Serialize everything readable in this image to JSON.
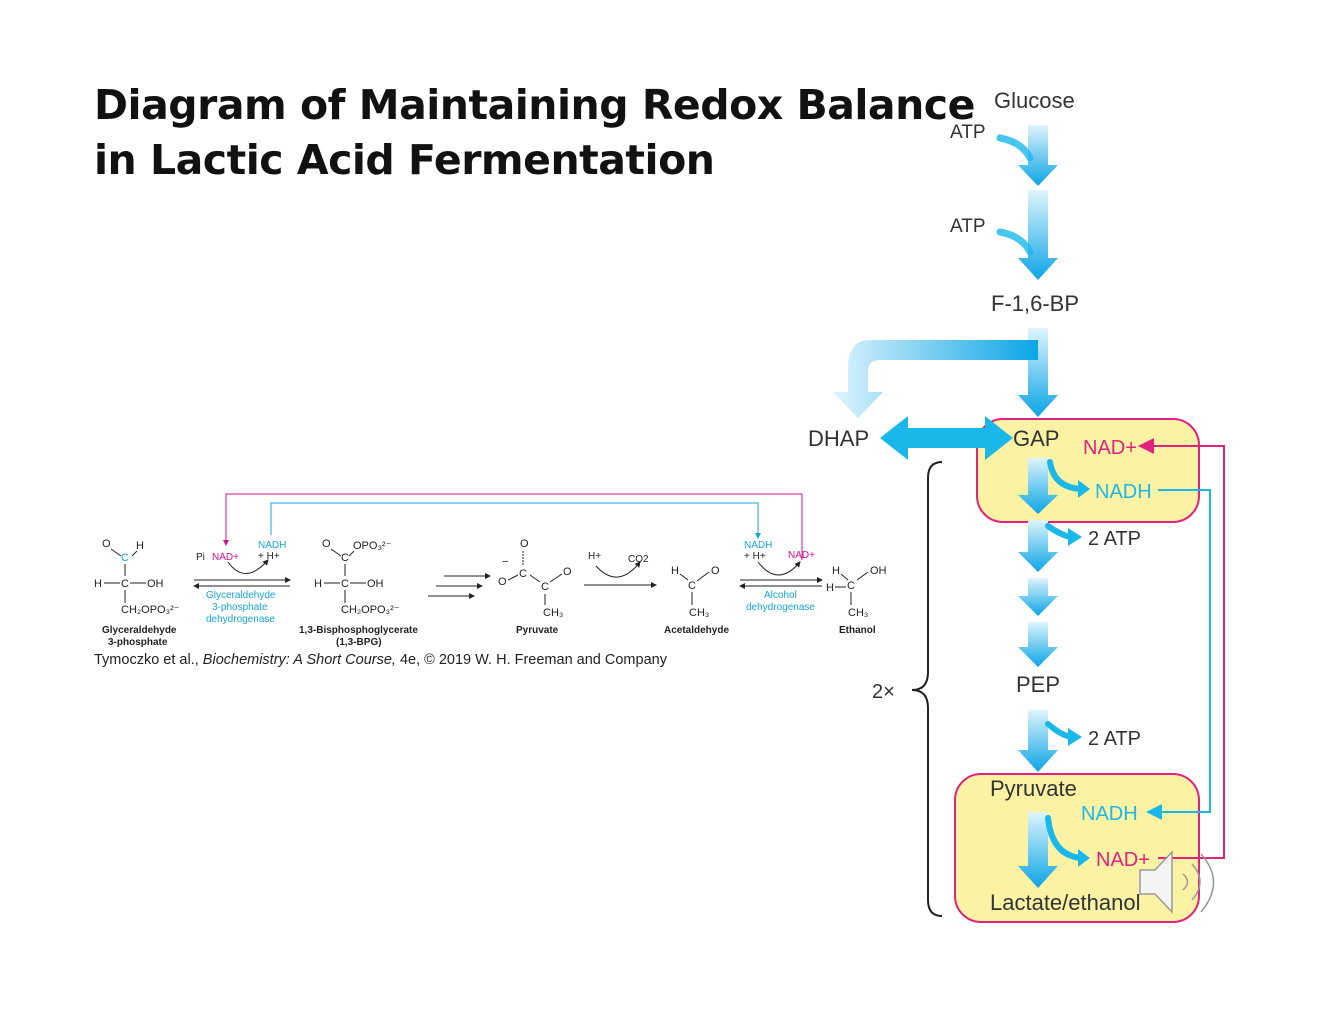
{
  "title": {
    "line1": "Diagram of Maintaining Redox Balance",
    "line2": "in Lactic Acid Fermentation"
  },
  "citation": {
    "authors": "Tymoczko et al., ",
    "book": "Biochemistry: A Short Course,",
    "rest": " 4e, © 2019 W. H. Freeman and Company"
  },
  "pathway": {
    "glucose": "Glucose",
    "atp1": "ATP",
    "atp2": "ATP",
    "f16bp": "F-1,6-BP",
    "dhap": "DHAP",
    "gap": "GAP",
    "nad_plus_top": "NAD+",
    "nadh_top": "NADH",
    "atp_out1": "2 ATP",
    "pep": "PEP",
    "atp_out2": "2 ATP",
    "pyruvate": "Pyruvate",
    "nadh_bottom": "NADH",
    "nad_plus_bottom": "NAD+",
    "lactate": "Lactate/ethanol",
    "multiplier": "2×"
  },
  "reaction": {
    "gap_name1": "Glyceraldehyde",
    "gap_name2": "3-phosphate",
    "enzyme1_1": "Glyceraldehyde",
    "enzyme1_2": "3-phosphate",
    "enzyme1_3": "dehydrogenase",
    "bpg_name1": "1,3-Bisphosphoglycerate",
    "bpg_name2": "(1,3-BPG)",
    "pyruvate_name": "Pyruvate",
    "acetaldehyde_name": "Acetaldehyde",
    "enzyme2_1": "Alcohol",
    "enzyme2_2": "dehydrogenase",
    "ethanol_name": "Ethanol",
    "pi": "Pi",
    "nad1": "NAD+",
    "nadh1": "NADH",
    "h1": "+ H+",
    "h2": "H+",
    "co2": "CO2",
    "nadh2": "NADH",
    "h3": "+ H+",
    "nad2": "NAD+"
  },
  "colors": {
    "cyan": "#1ab8ea",
    "magenta": "#e0237f",
    "box_fill": "#fbf3a3",
    "reaction_cyan": "#16a7d6",
    "reaction_magenta": "#d3128a"
  }
}
